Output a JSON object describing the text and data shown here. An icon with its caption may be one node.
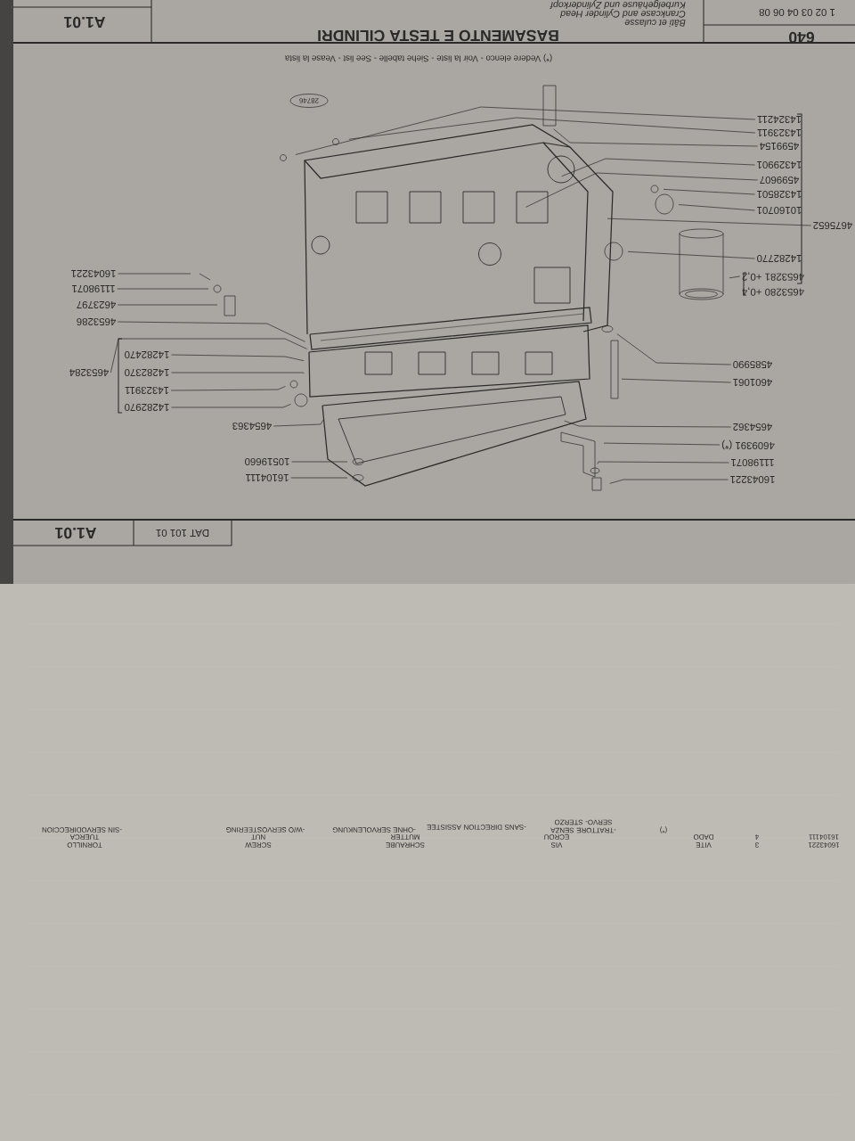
{
  "diagram": {
    "title": "BASAMENTO E TESTA CILINDRI",
    "nodes": [
      {
        "text": [
          "14324211"
        ]
      },
      {
        "text": [
          "14323911"
        ]
      },
      {
        "text": [
          "4599154"
        ]
      },
      {
        "text": [
          "14329901"
        ]
      },
      {
        "text": [
          "4599607"
        ]
      },
      {
        "text": [
          "14328501"
        ]
      },
      {
        "text": [
          "10160701"
        ]
      },
      {
        "text": [
          "4675652"
        ]
      },
      {
        "text": [
          "14282770"
        ]
      },
      {
        "text": [
          "4653281 +0,2"
        ]
      },
      {
        "text": [
          "4585990"
        ]
      },
      {
        "text": [
          "4601061"
        ]
      },
      {
        "text": [
          "4654362"
        ]
      },
      {
        "text": [
          "4609391 (*)"
        ]
      },
      {
        "text": [
          "11198071"
        ]
      },
      {
        "text": [
          "16043221"
        ]
      },
      {
        "text": [
          "16043221"
        ]
      },
      {
        "text": [
          "11198071"
        ]
      },
      {
        "text": [
          "4623797"
        ]
      },
      {
        "text": [
          "4653286"
        ]
      },
      {
        "text": [
          "4653284"
        ]
      },
      {
        "text": [
          "14282470"
        ]
      },
      {
        "text": [
          "14282370"
        ]
      },
      {
        "text": [
          "14323911"
        ]
      },
      {
        "text": [
          "14282970"
        ]
      },
      {
        "text": [
          "4654363"
        ]
      },
      {
        "text": [
          "10519660"
        ]
      },
      {
        "text": [
          "16104111"
        ]
      }
    ],
    "edges": [
      {
        "from": 0,
        "to": null,
        "arrow": "none"
      },
      {
        "from": 1,
        "to": null,
        "arrow": "none"
      },
      {
        "from": 2,
        "to": null,
        "arrow": "none"
      },
      {
        "from": 3,
        "to": null,
        "arrow": "none"
      },
      {
        "from": 4,
        "to": null,
        "arrow": "none"
      },
      {
        "from": 5,
        "to": null,
        "arrow": "none"
      },
      {
        "from": 6,
        "to": null,
        "arrow": "none"
      },
      {
        "from": 7,
        "to": null,
        "arrow": "none"
      },
      {
        "from": 8,
        "to": null,
        "arrow": "none"
      },
      {
        "from": 9,
        "to": null,
        "arrow": "none"
      },
      {
        "from": 10,
        "to": null,
        "arrow": "none"
      },
      {
        "from": 11,
        "to": null,
        "arrow": "none"
      },
      {
        "from": 12,
        "to": null,
        "arrow": "none"
      },
      {
        "from": 13,
        "to": null,
        "arrow": "none"
      },
      {
        "from": 14,
        "to": null,
        "arrow": "none"
      },
      {
        "from": 15,
        "to": null,
        "arrow": "none"
      },
      {
        "from": 16,
        "to": null,
        "arrow": "none"
      },
      {
        "from": 17,
        "to": null,
        "arrow": "none"
      },
      {
        "from": 18,
        "to": null,
        "arrow": "none"
      },
      {
        "from": 19,
        "to": null,
        "arrow": "none"
      },
      {
        "from": 20,
        "to": null,
        "arrow": "none"
      },
      {
        "from": 21,
        "to": null,
        "arrow": "none"
      },
      {
        "from": 22,
        "to": null,
        "arrow": "none"
      },
      {
        "from": 23,
        "to": null,
        "arrow": "none"
      },
      {
        "from": 24,
        "to": null,
        "arrow": "none"
      },
      {
        "from": 25,
        "to": null,
        "arrow": "none"
      },
      {
        "from": 26,
        "to": null,
        "arrow": "none"
      },
      {
        "from": 27,
        "to": null,
        "arrow": "none"
      }
    ],
    "labels": [
      "640",
      "1 02 03 04 06 08",
      "Bâti et culasse",
      "Crankcase and Cylinder Head",
      "Kurbelgehäuse und Zylinderkopf",
      "A1.01",
      "(*) Vedere elenco - Voir la liste - Siehe tabelle - See list - Vease la lista",
      "28746",
      "4653280 +0,4",
      "DAT 101 01",
      "A1.01",
      "(*)",
      "-TRATTORE SENZA SERVO- STERZO",
      "-SANS DIRECTION ASSISTEE",
      "-OHNE SERVOLENKUNG",
      "-W/O SERVOSTEERING",
      "-SIN SERVODIRECCION",
      "16104111",
      "4",
      "DADO",
      "ECROU",
      "MUTTER",
      "NUT",
      "TUERCA",
      "16043221",
      "3",
      "VITE",
      "VIS",
      "SCHRAUBE",
      "SCREW",
      "TORNILLO"
    ]
  }
}
